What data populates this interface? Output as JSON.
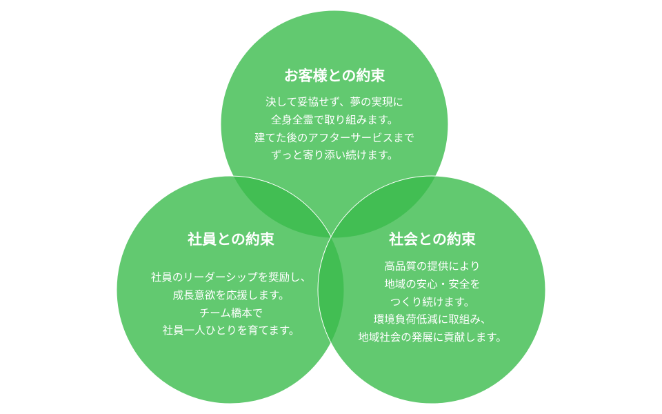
{
  "colors": {
    "circle": "#3bbc4c",
    "text": "#ffffff"
  },
  "promises": [
    {
      "title": "お客様との約束",
      "lines": [
        "決して妥協せず、夢の実現に",
        "全身全霊で取り組みます。",
        "建てた後のアフターサービスまで",
        "ずっと寄り添い続けます。"
      ]
    },
    {
      "title": "社員との約束",
      "lines": [
        "社員のリーダーシップを奨励し、",
        "成長意欲を応援します。",
        "チーム橋本で",
        "社員一人ひとりを育てます。"
      ]
    },
    {
      "title": "社会との約束",
      "lines": [
        "高品質の提供により",
        "地域の安心・安全を",
        "つくり続けます。",
        "環境負荷低減に取組み、",
        "地域社会の発展に貢献します。"
      ]
    }
  ]
}
